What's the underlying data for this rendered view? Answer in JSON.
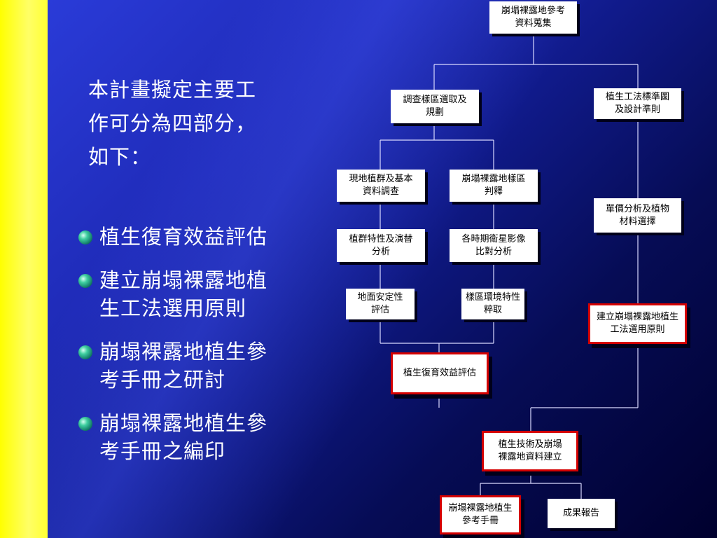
{
  "intro": {
    "lines": [
      "本計畫擬定主要工",
      "作可分為四部分，",
      "如下："
    ]
  },
  "bullets": [
    {
      "lines": [
        "植生復育效益評估"
      ]
    },
    {
      "lines": [
        "建立崩塌裸露地植",
        "生工法選用原則"
      ]
    },
    {
      "lines": [
        "崩塌裸露地植生參",
        "考手冊之研討"
      ]
    },
    {
      "lines": [
        "崩塌裸露地植生參",
        "考手冊之編印"
      ]
    }
  ],
  "flowchart": {
    "nodes": {
      "ref_collection": [
        "崩塌裸露地參考",
        "資料蒐集"
      ],
      "site_selection": [
        "調查樣區選取及",
        "規劃"
      ],
      "standard_drawings": [
        "植生工法標準圖",
        "及設計準則"
      ],
      "vegetation_survey": [
        "現地植群及基本",
        "資料調查"
      ],
      "plot_interpretation": [
        "崩塌裸露地樣區",
        "判釋"
      ],
      "cost_analysis": [
        "單價分析及植物",
        "材料選擇"
      ],
      "succession_analysis": [
        "植群特性及演替",
        "分析"
      ],
      "satellite_comparison": [
        "各時期衛星影像",
        "比對分析"
      ],
      "ground_stability": [
        "地面安定性",
        "評估"
      ],
      "environment_extraction": [
        "樣區環境特性",
        "粹取"
      ],
      "principles": [
        "建立崩塌裸露地植生",
        "工法選用原則"
      ],
      "benefit_eval": [
        "植生復育效益評估"
      ],
      "database": [
        "植生技術及崩塌",
        "裸露地資料建立"
      ],
      "manual": [
        "崩塌裸露地植生",
        "參考手冊"
      ],
      "report": [
        "成果報告"
      ]
    },
    "highlighted": [
      "principles",
      "benefit_eval",
      "database",
      "manual"
    ],
    "colors": {
      "line": "#d9d9ff",
      "highlight_border": "#d40000",
      "node_fill": "#ffffff"
    }
  },
  "colors": {
    "left_strip": "#ffff00",
    "background_start": "#2a3bd8",
    "background_end": "#00002e",
    "text": "#ffffff"
  }
}
